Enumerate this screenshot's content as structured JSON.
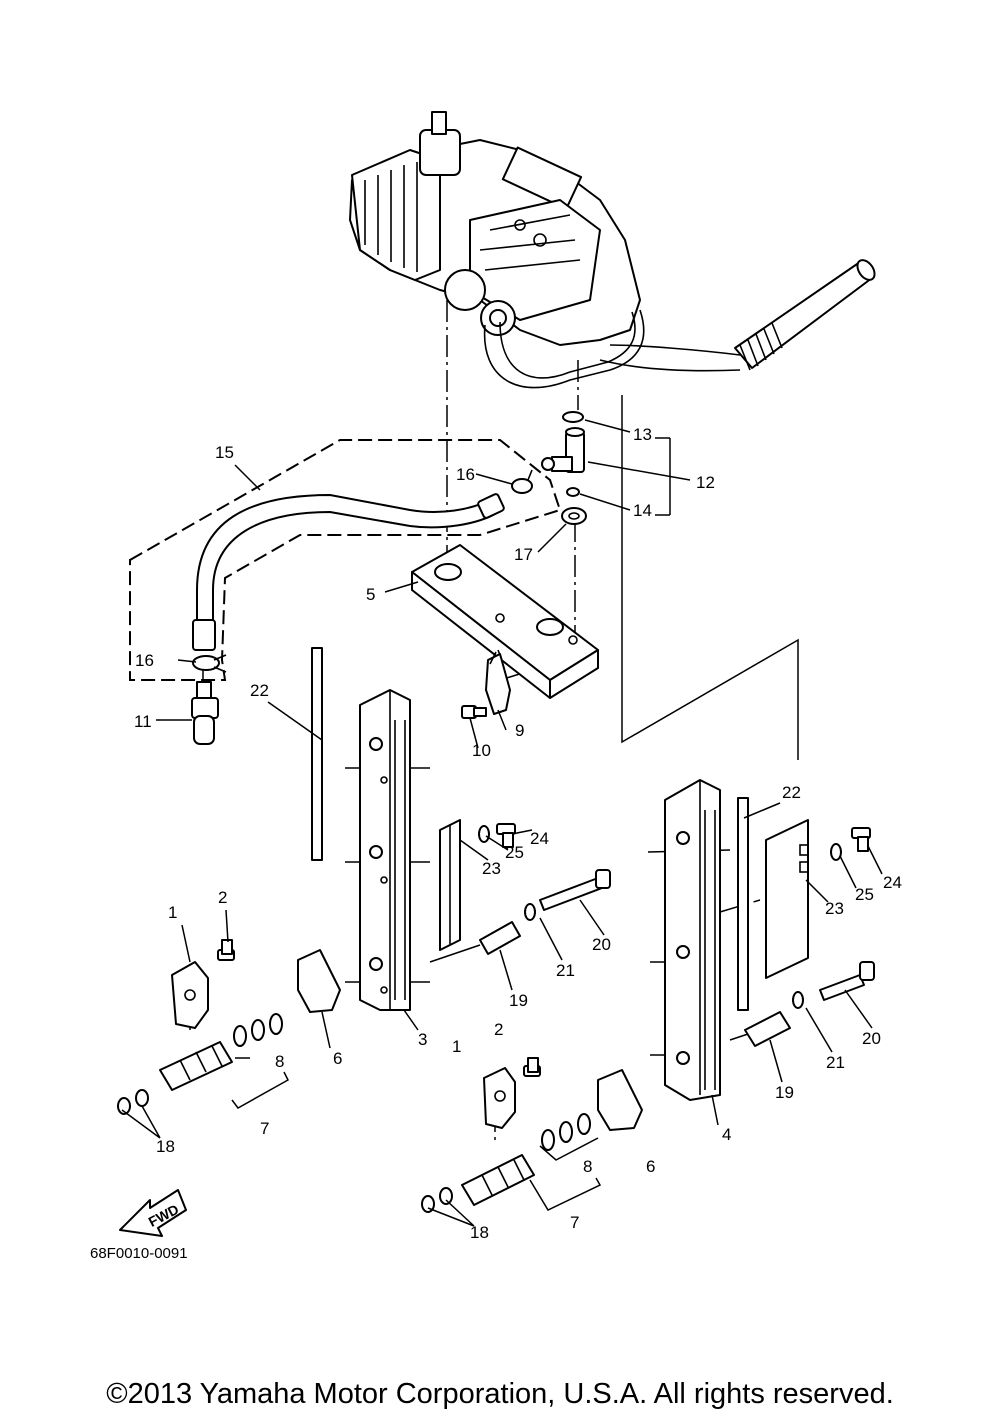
{
  "diagram": {
    "part_numbers": [
      "1",
      "2",
      "3",
      "4",
      "5",
      "6",
      "7",
      "8",
      "9",
      "10",
      "11",
      "12",
      "13",
      "14",
      "15",
      "16",
      "17",
      "18",
      "19",
      "20",
      "21",
      "22",
      "23",
      "24",
      "25"
    ],
    "fwd_label": "FWD",
    "drawing_code": "68F0010-0091"
  },
  "footer": {
    "copyright": "©2013 Yamaha Motor Corporation, U.S.A. All rights reserved."
  }
}
